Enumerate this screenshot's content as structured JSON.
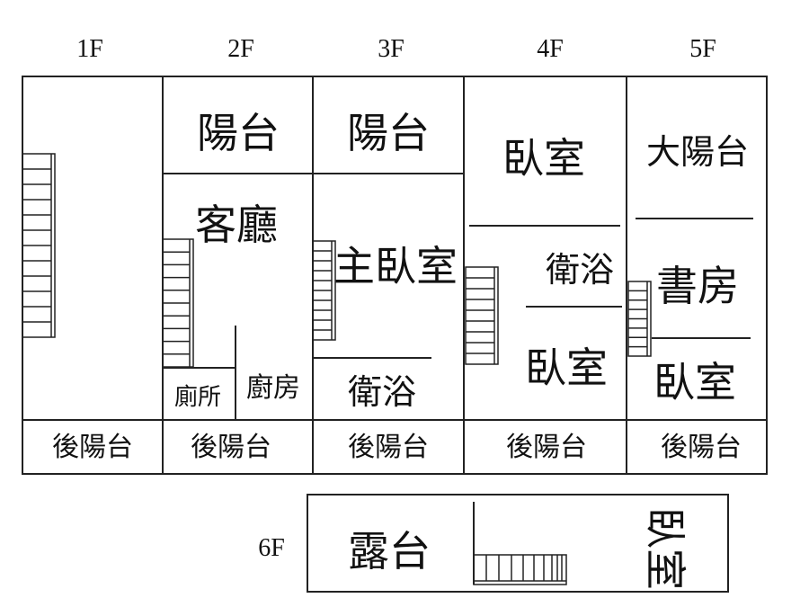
{
  "floors": {
    "f1": {
      "label": "1F",
      "rear": "後陽台"
    },
    "f2": {
      "label": "2F",
      "balcony": "陽台",
      "living": "客廳",
      "toilet": "廁所",
      "kitchen": "廚房",
      "rear": "後陽台"
    },
    "f3": {
      "label": "3F",
      "balcony": "陽台",
      "master": "主臥室",
      "bath": "衛浴",
      "rear": "後陽台"
    },
    "f4": {
      "label": "4F",
      "bedroom1": "臥室",
      "bath": "衛浴",
      "bedroom2": "臥室",
      "rear": "後陽台"
    },
    "f5": {
      "label": "5F",
      "balcony": "大陽台",
      "study": "書房",
      "bedroom": "臥室",
      "rear": "後陽台"
    },
    "f6": {
      "label": "6F",
      "terrace": "露台",
      "bedroom": "臥室"
    }
  },
  "colors": {
    "line": "#222222",
    "background": "#ffffff"
  }
}
